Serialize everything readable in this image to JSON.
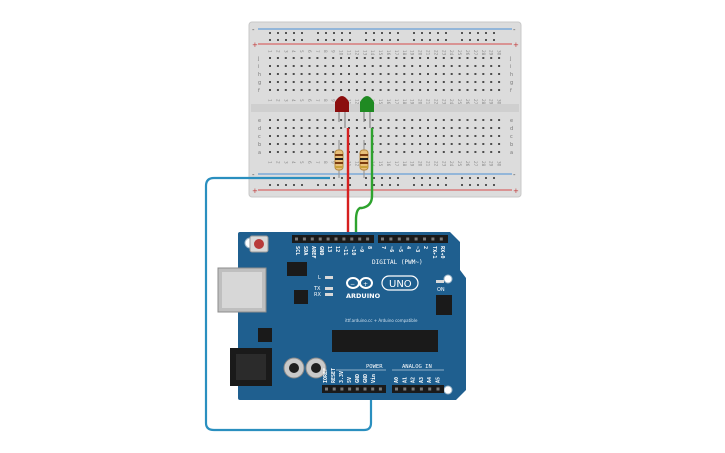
{
  "board": {
    "pins_header": [
      "SCL",
      "SDA",
      "AREF",
      "GND",
      "13",
      "12",
      "~11",
      "~10",
      "~9",
      "8",
      "7",
      "~6",
      "~5",
      "4",
      "~3",
      "2",
      "TX▸1",
      "RX◂0"
    ],
    "digital_label": "DIGITAL (PWM~)",
    "brand": "ARDUINO",
    "model": "UNO",
    "on_label": "ON",
    "tx_label": "TX",
    "rx_label": "RX",
    "l_label": "L",
    "url_text": "ittf.arduino.cc + Arduino compatible",
    "power_label": "POWER",
    "analog_label": "ANALOG IN",
    "power_pins": [
      "IOREF",
      "RESET",
      "3.3V",
      "5V",
      "GND",
      "GND",
      "Vin"
    ],
    "analog_pins": [
      "A0",
      "A1",
      "A2",
      "A3",
      "A4",
      "A5"
    ],
    "board_color": "#1f5f8f"
  },
  "breadboard": {
    "rows_top": [
      "j",
      "i",
      "h",
      "g",
      "f"
    ],
    "rows_bottom": [
      "e",
      "d",
      "c",
      "b",
      "a"
    ],
    "columns": [
      "1",
      "2",
      "3",
      "4",
      "5",
      "6",
      "7",
      "8",
      "9",
      "10",
      "11",
      "12",
      "13",
      "14",
      "15",
      "16",
      "17",
      "18",
      "19",
      "20",
      "21",
      "22",
      "23",
      "24",
      "25",
      "26",
      "27",
      "28",
      "29",
      "30"
    ],
    "plus": "+",
    "minus": "-"
  },
  "components": {
    "led_red_color": "#8b0e0e",
    "led_green_color": "#1f8a22",
    "wire_red": "#d61f1f",
    "wire_green": "#2ea32e",
    "wire_blue": "#2a8fbf"
  }
}
